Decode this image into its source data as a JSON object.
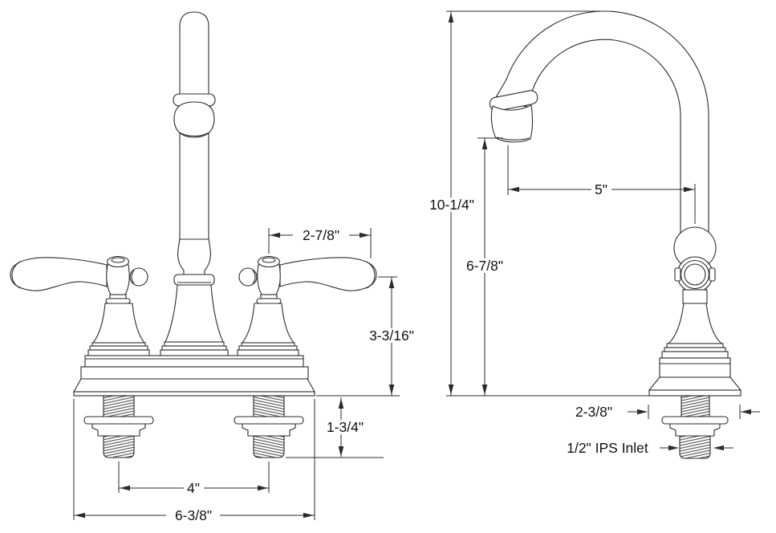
{
  "diagram": {
    "colors": {
      "line": "#2b2b2b",
      "text": "#111111",
      "background": "#ffffff"
    },
    "labels": {
      "front_handle_width": "2-7/8\"",
      "front_handle_height": "3-3/16\"",
      "front_shank_height": "1-3/4\"",
      "front_faucet_centers": "4\"",
      "front_overall_width": "6-3/8\"",
      "side_overall_height": "10-1/4\"",
      "side_spout_clearance": "6-7/8\"",
      "side_spout_reach": "5\"",
      "side_base_depth": "2-3/8\"",
      "side_inlet": "1/2\" IPS Inlet"
    }
  }
}
